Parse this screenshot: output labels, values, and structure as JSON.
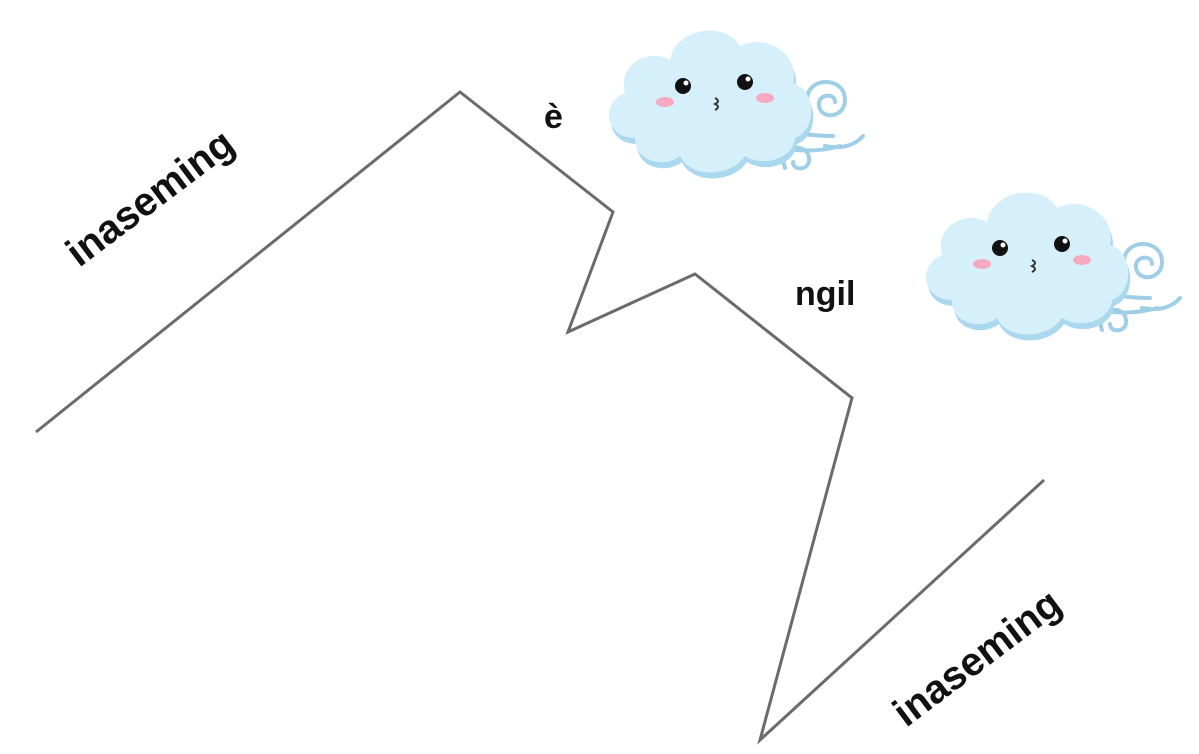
{
  "labels": {
    "left": "inaseming",
    "right": "inaseming",
    "top_mid": "è",
    "right_mid": "ngil"
  },
  "icons": [
    "blowing-cloud-icon",
    "blowing-cloud-icon"
  ],
  "colors": {
    "line": "#6b6b6b",
    "cloud_fill": "#cdebf8",
    "cloud_edge": "#aad8ee",
    "wind": "#9fcfe6",
    "cheek": "#f6a9bf",
    "text": "#111111"
  }
}
